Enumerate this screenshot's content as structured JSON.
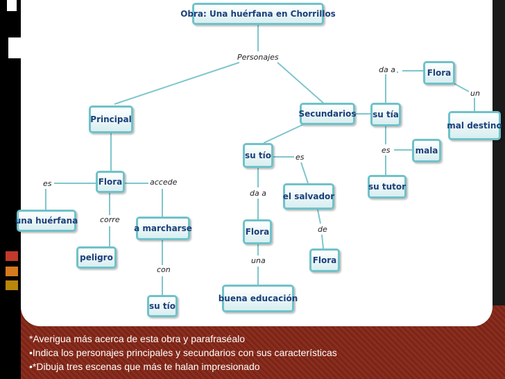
{
  "nodes": {
    "title": "Obra: Una huérfana en Chorrillos",
    "principal": "Principal",
    "secundarios": "Secundarios",
    "flora_main": "Flora",
    "una_huerfana": "una huérfana",
    "peligro": "peligro",
    "a_marcharse": "a marcharse",
    "su_tio_left": "su tío",
    "su_tio_mid": "su tío",
    "flora_mid": "Flora",
    "buena_educacion": "buena educación",
    "el_salvador": "el salvador",
    "flora_salvador": "Flora",
    "su_tia": "su tía",
    "flora_top": "Flora",
    "mal_destino": "mal destino",
    "mala": "mala",
    "su_tutor": "su tutor"
  },
  "labels": {
    "personajes": "Personajes",
    "es_left": "es",
    "accede": "accede",
    "corre": "corre",
    "con": "con",
    "da_a_mid": "da a",
    "una": "una",
    "es_mid": "es",
    "de": "de",
    "da_a_top": "da a",
    "un": "un",
    "es_right": "es"
  },
  "footer": {
    "bullets": [
      "*Averigua más acerca de esta obra y parafraséalo",
      "•Indica los personajes principales y secundarios con sus características",
      "•*Dibuja tres escenas que más te halan impresionado"
    ]
  },
  "colors": {
    "node_border": "#6fc2c9",
    "node_text": "#1c3f79",
    "band": "#8b2e1f"
  }
}
